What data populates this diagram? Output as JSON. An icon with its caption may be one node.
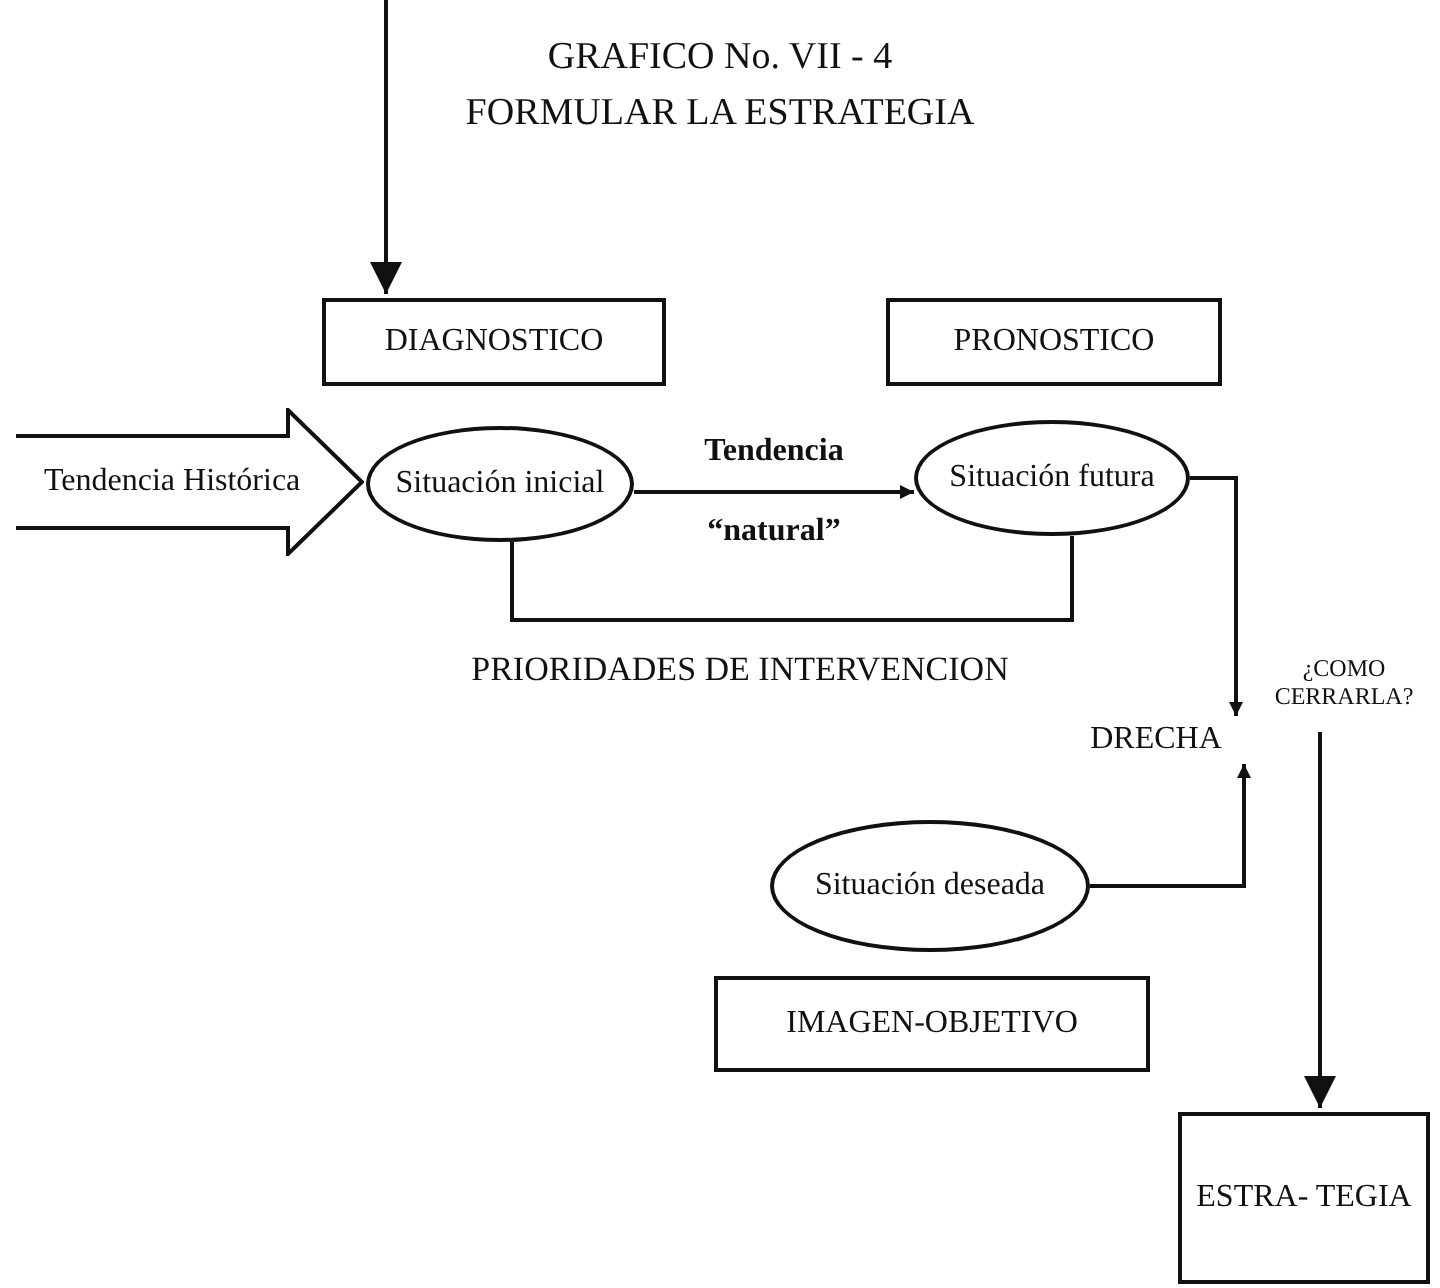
{
  "diagram": {
    "title": "GRAFICO No. VII - 4",
    "nodes": [
      {
        "text": [
          "DIAGNOSTICO"
        ]
      },
      {
        "text": [
          "PRONOSTICO"
        ]
      },
      {
        "text": [
          "Tendencia Histórica"
        ]
      },
      {
        "text": [
          "Situación inicial"
        ]
      },
      {
        "text": [
          "Situación futura"
        ]
      },
      {
        "text": [
          "DRECHA"
        ]
      },
      {
        "text": [
          "Situación deseada"
        ]
      },
      {
        "text": [
          "IMAGEN-OBJETIVO"
        ]
      },
      {
        "text": [
          "ESTRA- TEGIA"
        ]
      },
      {
        "text": [
          "¿COMO CERRARLA?"
        ]
      }
    ],
    "edges": [
      {
        "from": null,
        "to": 0,
        "arrow": "to"
      },
      {
        "from": 3,
        "to": 4,
        "arrow": "to",
        "label": "Tendencia “natural”"
      },
      {
        "from": 3,
        "to": 4,
        "arrow": "none"
      },
      {
        "from": 4,
        "to": 5,
        "arrow": "to"
      },
      {
        "from": 6,
        "to": 5,
        "arrow": "to"
      },
      {
        "from": 9,
        "to": 8,
        "arrow": "to"
      }
    ],
    "labels": [
      "FORMULAR LA ESTRATEGIA",
      "PRIORIDADES DE INTERVENCION"
    ]
  }
}
